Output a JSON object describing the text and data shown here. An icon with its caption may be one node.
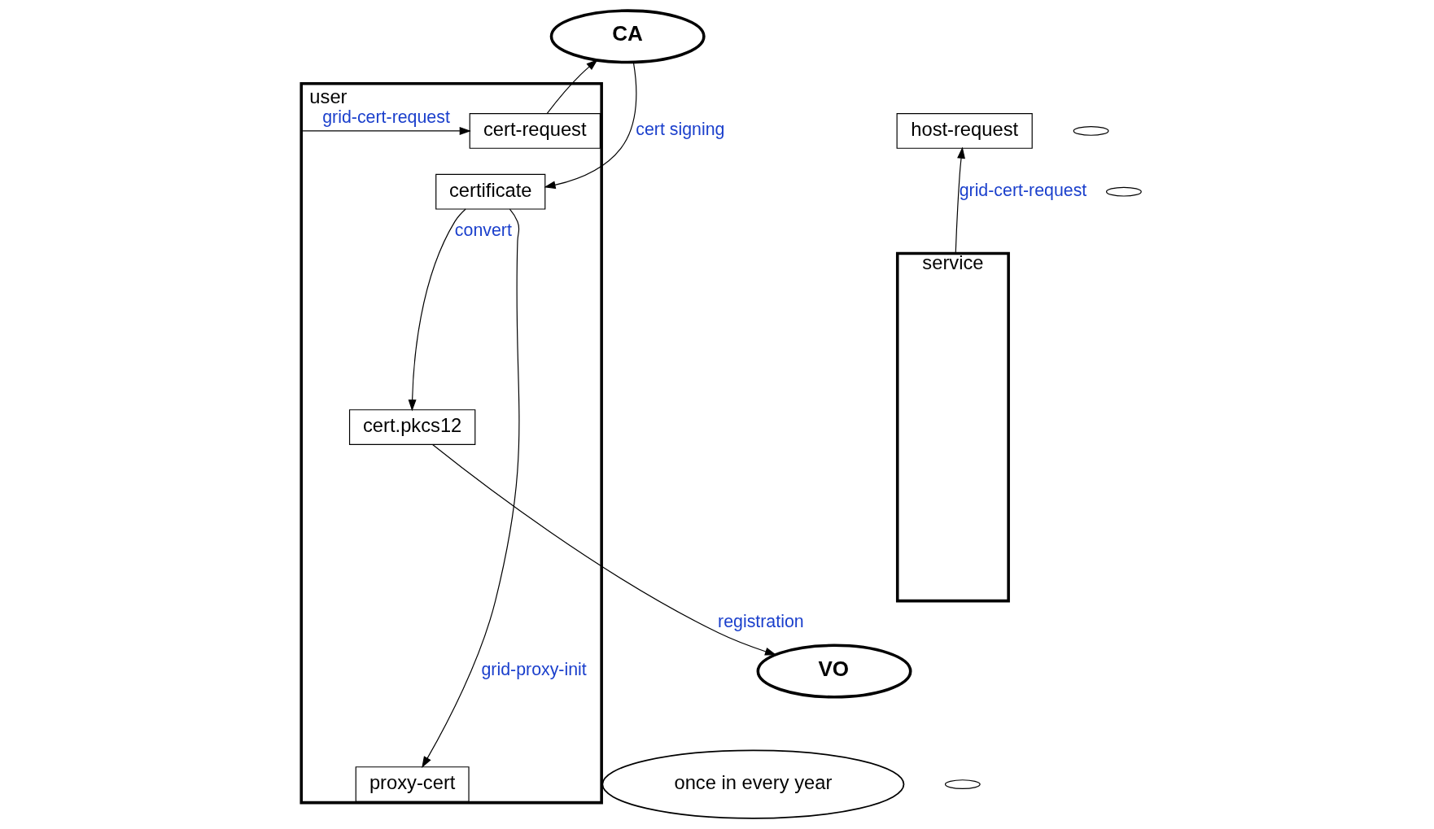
{
  "diagram": {
    "nodes": [
      {
        "text": [
          "user"
        ]
      },
      {
        "text": [
          "cert-request"
        ],
        "in": 0
      },
      {
        "text": [
          "certificate"
        ],
        "in": 0
      },
      {
        "text": [
          "cert.pkcs12"
        ],
        "in": 0
      },
      {
        "text": [
          "proxy-cert"
        ],
        "in": 0
      },
      {
        "text": [
          "CA"
        ]
      },
      {
        "text": [
          "VO"
        ]
      },
      {
        "text": [
          "service"
        ]
      },
      {
        "text": [
          "host-request"
        ]
      },
      {
        "text": [
          "once in every year"
        ]
      },
      {
        "text": [],
        "shape": "ellipse"
      },
      {
        "text": [],
        "shape": "ellipse"
      },
      {
        "text": [],
        "shape": "ellipse"
      }
    ],
    "edges": [
      {
        "from": 0,
        "to": 1,
        "arrow": "to",
        "label": "grid-cert-request"
      },
      {
        "from": 1,
        "to": 5,
        "arrow": "to"
      },
      {
        "from": 5,
        "to": 2,
        "arrow": "to",
        "label": "cert signing"
      },
      {
        "from": 2,
        "to": 3,
        "arrow": "to",
        "label": "convert"
      },
      {
        "from": 3,
        "to": 6,
        "arrow": "to",
        "label": "registration"
      },
      {
        "from": 2,
        "to": 4,
        "arrow": "to",
        "label": "grid-proxy-init"
      },
      {
        "from": 7,
        "to": 8,
        "arrow": "to",
        "label": "grid-cert-request"
      }
    ]
  }
}
